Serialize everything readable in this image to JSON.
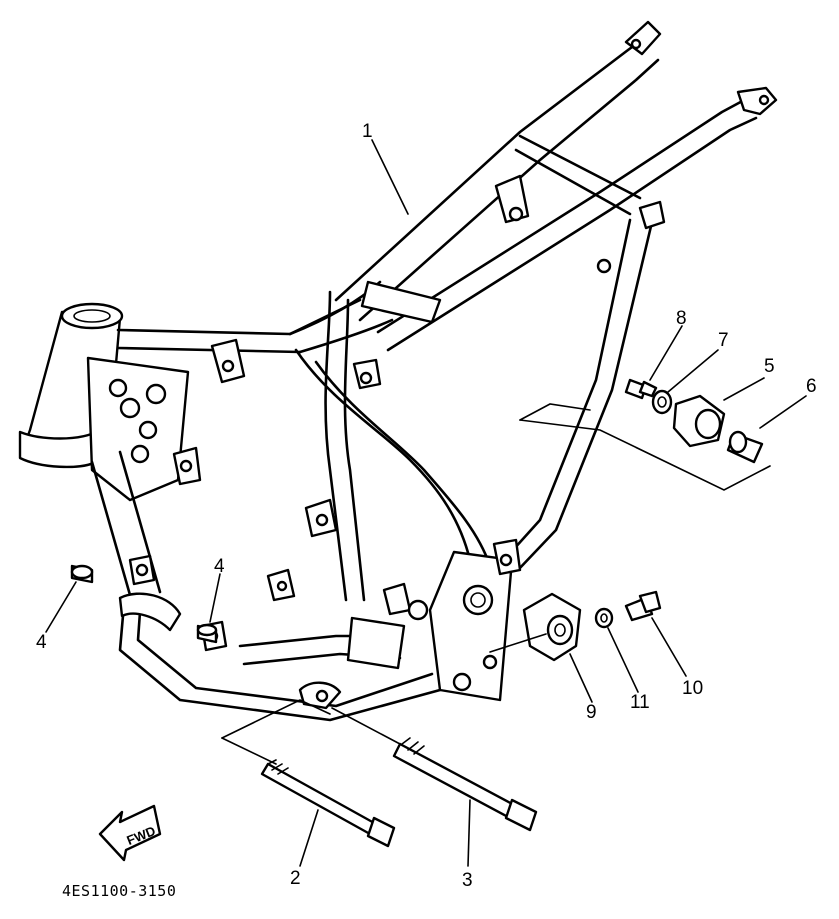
{
  "figure_code": "4ES1100-3150",
  "direction_arrow": {
    "text": "FWD",
    "icon": "fwd-arrow-icon"
  },
  "callouts": {
    "c1": "1",
    "c2": "2",
    "c3": "3",
    "c4a": "4",
    "c4b": "4",
    "c5": "5",
    "c6": "6",
    "c7": "7",
    "c8": "8",
    "c9": "9",
    "c10": "10",
    "c11": "11"
  }
}
